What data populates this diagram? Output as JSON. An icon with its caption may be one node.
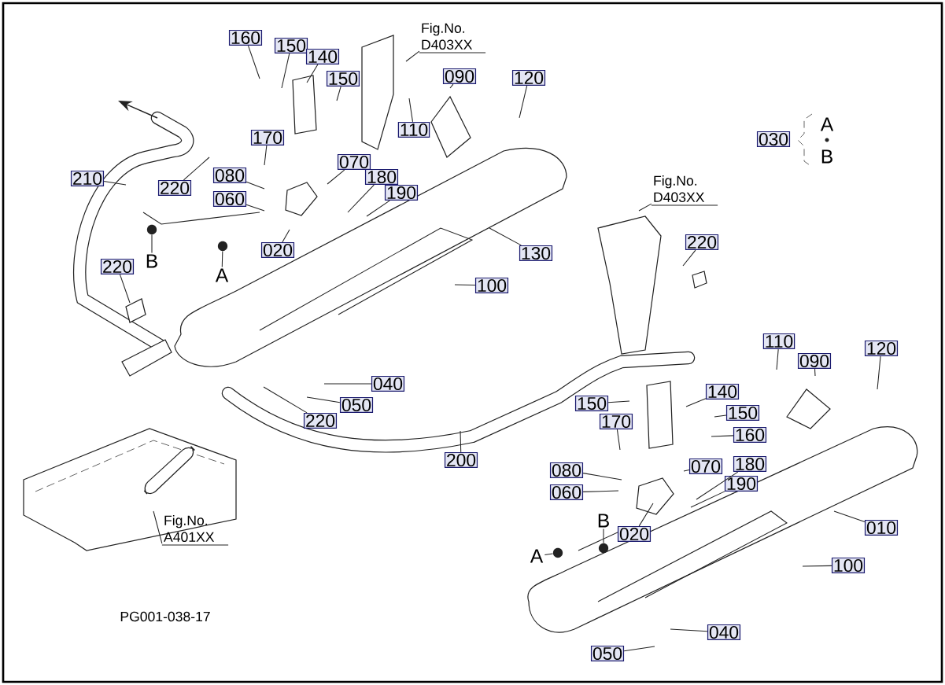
{
  "diagram": {
    "nodes": [
      {
        "text": [
          "160"
        ]
      },
      {
        "text": [
          "150"
        ]
      },
      {
        "text": [
          "140"
        ]
      },
      {
        "text": [
          "150"
        ]
      },
      {
        "text": [
          "Fig.No. D403XX"
        ]
      },
      {
        "text": [
          "090"
        ]
      },
      {
        "text": [
          "120"
        ]
      },
      {
        "text": [
          "110"
        ]
      },
      {
        "text": [
          "170"
        ]
      },
      {
        "text": [
          "210"
        ]
      },
      {
        "text": [
          "220"
        ]
      },
      {
        "text": [
          "080"
        ]
      },
      {
        "text": [
          "070"
        ]
      },
      {
        "text": [
          "180"
        ]
      },
      {
        "text": [
          "190"
        ]
      },
      {
        "text": [
          "060"
        ]
      },
      {
        "text": [
          "020"
        ]
      },
      {
        "text": [
          "B"
        ]
      },
      {
        "text": [
          "A"
        ]
      },
      {
        "text": [
          "130"
        ]
      },
      {
        "text": [
          "100"
        ]
      },
      {
        "text": [
          "220"
        ]
      },
      {
        "text": [
          "040"
        ]
      },
      {
        "text": [
          "050"
        ]
      },
      {
        "text": [
          "220"
        ]
      },
      {
        "text": [
          "200"
        ]
      },
      {
        "text": [
          "Fig.No. D403XX"
        ]
      },
      {
        "text": [
          "220"
        ]
      },
      {
        "text": [
          "110"
        ]
      },
      {
        "text": [
          "090"
        ]
      },
      {
        "text": [
          "120"
        ]
      },
      {
        "text": [
          "150"
        ]
      },
      {
        "text": [
          "140"
        ]
      },
      {
        "text": [
          "150"
        ]
      },
      {
        "text": [
          "160"
        ]
      },
      {
        "text": [
          "170"
        ]
      },
      {
        "text": [
          "070"
        ]
      },
      {
        "text": [
          "180"
        ]
      },
      {
        "text": [
          "080"
        ]
      },
      {
        "text": [
          "190"
        ]
      },
      {
        "text": [
          "060"
        ]
      },
      {
        "text": [
          "020"
        ]
      },
      {
        "text": [
          "010"
        ]
      },
      {
        "text": [
          "B"
        ]
      },
      {
        "text": [
          "A"
        ]
      },
      {
        "text": [
          "100"
        ]
      },
      {
        "text": [
          "040"
        ]
      },
      {
        "text": [
          "050"
        ]
      },
      {
        "text": [
          "Fig.No. A401XX"
        ]
      },
      {
        "text": [
          "030"
        ]
      },
      {
        "text": [],
        "shape": "circle"
      },
      {
        "text": [],
        "shape": "circle"
      },
      {
        "text": [],
        "shape": "circle"
      },
      {
        "text": [],
        "shape": "circle"
      }
    ],
    "edges": [
      {
        "from": 0,
        "to": null,
        "arrow": "none"
      },
      {
        "from": 1,
        "to": null,
        "arrow": "none"
      },
      {
        "from": 2,
        "to": null,
        "arrow": "none"
      },
      {
        "from": 3,
        "to": null,
        "arrow": "none"
      },
      {
        "from": 4,
        "to": null,
        "arrow": "none"
      },
      {
        "from": 5,
        "to": null,
        "arrow": "none"
      },
      {
        "from": 6,
        "to": null,
        "arrow": "none"
      },
      {
        "from": 7,
        "to": null,
        "arrow": "none"
      },
      {
        "from": 8,
        "to": null,
        "arrow": "none"
      },
      {
        "from": 9,
        "to": null,
        "arrow": "none"
      },
      {
        "from": 10,
        "to": null,
        "arrow": "none"
      },
      {
        "from": 11,
        "to": null,
        "arrow": "none"
      },
      {
        "from": 12,
        "to": null,
        "arrow": "none"
      },
      {
        "from": 13,
        "to": null,
        "arrow": "none"
      },
      {
        "from": 14,
        "to": null,
        "arrow": "none"
      },
      {
        "from": 15,
        "to": null,
        "arrow": "none"
      },
      {
        "from": 16,
        "to": null,
        "arrow": "none"
      },
      {
        "from": 17,
        "to": 50,
        "arrow": "none"
      },
      {
        "from": 18,
        "to": 51,
        "arrow": "none"
      },
      {
        "from": 19,
        "to": null,
        "arrow": "none"
      },
      {
        "from": 20,
        "to": null,
        "arrow": "none"
      },
      {
        "from": 21,
        "to": null,
        "arrow": "none"
      },
      {
        "from": 22,
        "to": null,
        "arrow": "none"
      },
      {
        "from": 23,
        "to": null,
        "arrow": "none"
      },
      {
        "from": 24,
        "to": null,
        "arrow": "none"
      },
      {
        "from": 25,
        "to": null,
        "arrow": "none"
      },
      {
        "from": 26,
        "to": null,
        "arrow": "none"
      },
      {
        "from": 27,
        "to": null,
        "arrow": "none"
      },
      {
        "from": 28,
        "to": null,
        "arrow": "none"
      },
      {
        "from": 29,
        "to": null,
        "arrow": "none"
      },
      {
        "from": 30,
        "to": null,
        "arrow": "none"
      },
      {
        "from": 31,
        "to": null,
        "arrow": "none"
      },
      {
        "from": 32,
        "to": null,
        "arrow": "none"
      },
      {
        "from": 33,
        "to": null,
        "arrow": "none"
      },
      {
        "from": 34,
        "to": null,
        "arrow": "none"
      },
      {
        "from": 35,
        "to": null,
        "arrow": "none"
      },
      {
        "from": 36,
        "to": null,
        "arrow": "none"
      },
      {
        "from": 37,
        "to": null,
        "arrow": "none"
      },
      {
        "from": 38,
        "to": null,
        "arrow": "none"
      },
      {
        "from": 39,
        "to": null,
        "arrow": "none"
      },
      {
        "from": 40,
        "to": null,
        "arrow": "none"
      },
      {
        "from": 41,
        "to": null,
        "arrow": "none"
      },
      {
        "from": 42,
        "to": null,
        "arrow": "none"
      },
      {
        "from": 43,
        "to": 52,
        "arrow": "none"
      },
      {
        "from": 44,
        "to": 53,
        "arrow": "none"
      },
      {
        "from": 45,
        "to": null,
        "arrow": "none"
      },
      {
        "from": 46,
        "to": null,
        "arrow": "none"
      },
      {
        "from": 47,
        "to": null,
        "arrow": "none"
      },
      {
        "from": 48,
        "to": null,
        "arrow": "none"
      }
    ],
    "labels": [
      "A",
      "B",
      "PG001-038-17"
    ]
  }
}
